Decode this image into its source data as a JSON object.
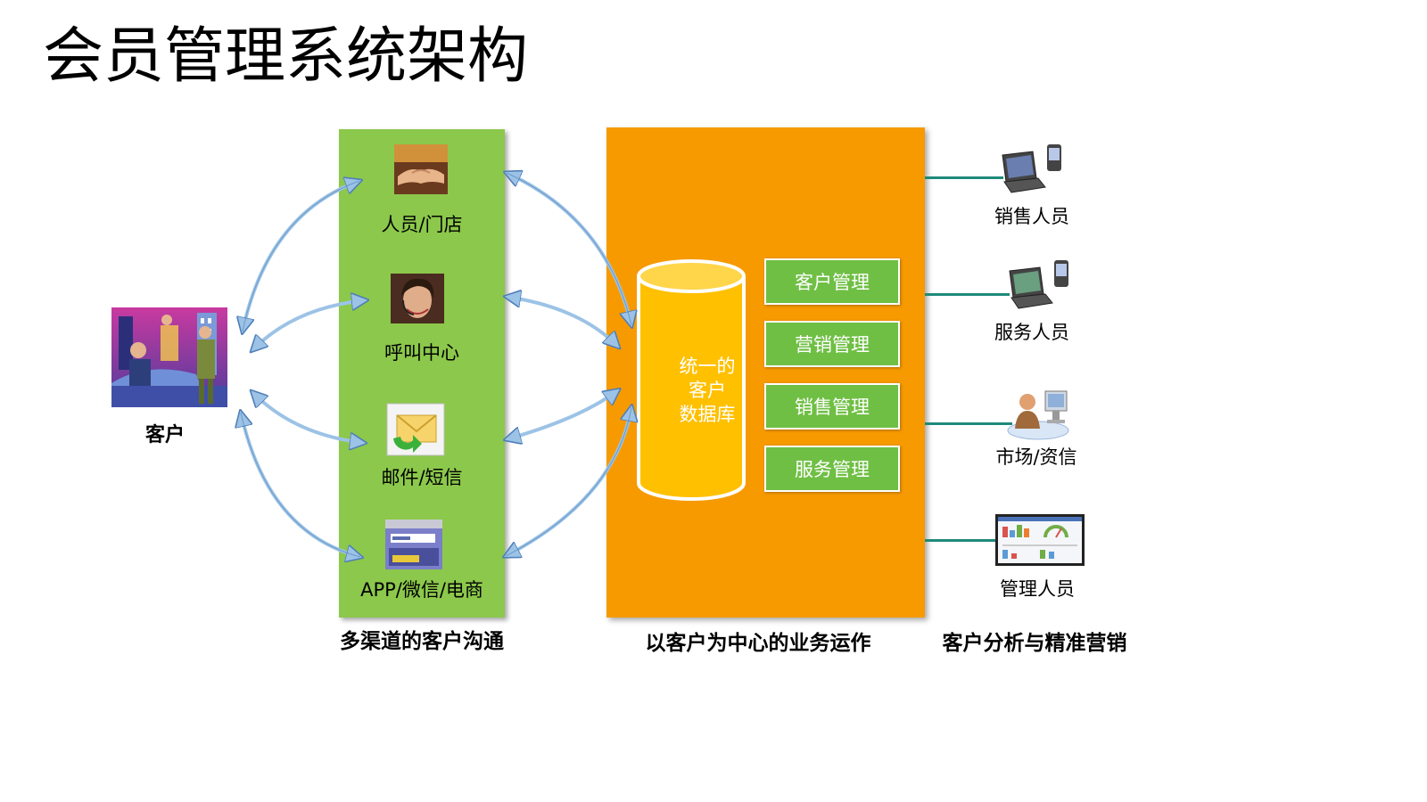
{
  "slide": {
    "title": "会员管理系统架构"
  },
  "customer": {
    "label": "客户",
    "icon": "businesspeople-city-clipart"
  },
  "channels": {
    "caption": "多渠道的客户沟通",
    "items": [
      {
        "label": "人员/门店",
        "icon": "handshake-icon"
      },
      {
        "label": "呼叫中心",
        "icon": "call-agent-icon"
      },
      {
        "label": "邮件/短信",
        "icon": "email-envelope-icon"
      },
      {
        "label": "APP/微信/电商",
        "icon": "web-browser-icon"
      }
    ]
  },
  "operations": {
    "caption": "以客户为中心的业务运作",
    "database": {
      "line1": "统一的",
      "line2": "客户",
      "line3": "数据库"
    },
    "modules": [
      "客户管理",
      "营销管理",
      "销售管理",
      "服务管理"
    ]
  },
  "analysis": {
    "caption": "客户分析与精准营销",
    "roles": [
      {
        "label": "销售人员",
        "icon": "laptop-phone-icon"
      },
      {
        "label": "服务人员",
        "icon": "laptop-phone-icon"
      },
      {
        "label": "市场/资信",
        "icon": "user-computer-icon"
      },
      {
        "label": "管理人员",
        "icon": "dashboard-screen-icon"
      }
    ]
  },
  "colors": {
    "channel_panel": "#8cc84b",
    "operations_panel": "#f79a00",
    "module_fill": "#6fbf44",
    "database_fill": "#ffc000",
    "arrow": "#9cc3e6",
    "connector": "#1f8a7a"
  }
}
